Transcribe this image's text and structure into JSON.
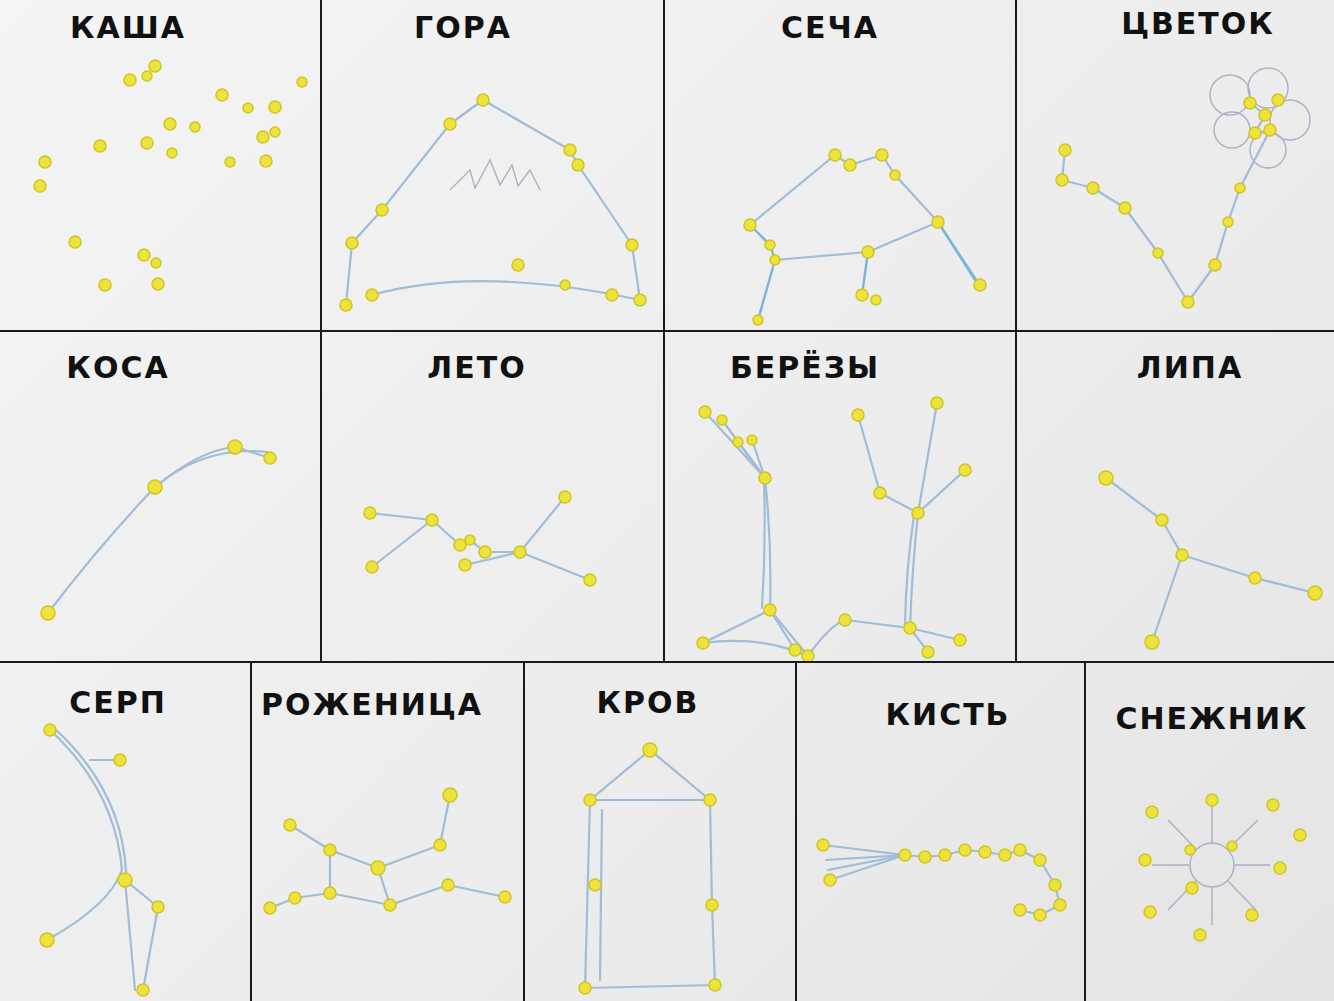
{
  "diagram": {
    "nodes": [
      {
        "text": [
          "КАША"
        ]
      },
      {
        "text": [
          "ГОРА"
        ]
      },
      {
        "text": [
          "СЕЧА"
        ]
      },
      {
        "text": [
          "ЦВЕТОК"
        ]
      },
      {
        "text": [
          "КОСА"
        ]
      },
      {
        "text": [
          "ЛЕТО"
        ]
      },
      {
        "text": [
          "БЕРЁЗЫ"
        ]
      },
      {
        "text": [
          "ЛИПА"
        ]
      },
      {
        "text": [
          "СЕРП"
        ]
      },
      {
        "text": [
          "РОЖЕНИЦА"
        ]
      },
      {
        "text": [
          "КРОВ"
        ]
      },
      {
        "text": [
          "КИСТЬ"
        ]
      },
      {
        "text": [
          "СНЕЖНИК"
        ]
      }
    ]
  }
}
